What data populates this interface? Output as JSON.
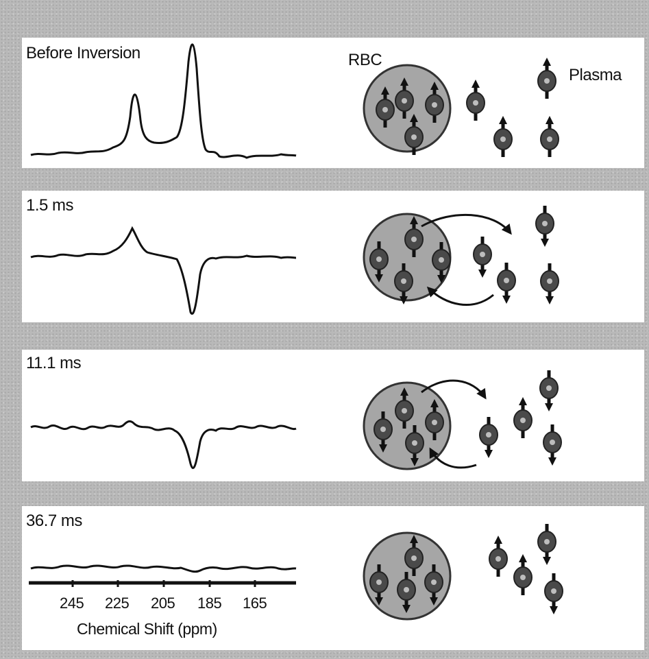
{
  "panels": [
    {
      "time_label": "Before Inversion"
    },
    {
      "time_label": "1.5 ms"
    },
    {
      "time_label": "11.1 ms"
    },
    {
      "time_label": "36.7 ms"
    }
  ],
  "labels": {
    "rbc": "RBC",
    "plasma": "Plasma"
  },
  "axis": {
    "ticks": [
      "245",
      "225",
      "205",
      "185",
      "165"
    ],
    "title": "Chemical Shift (ppm)"
  },
  "colors": {
    "background": "#b9b9b9",
    "panel": "#ffffff",
    "cell_fill": "#a6a6a6",
    "spin": "#4a4a4a",
    "line": "#111111"
  }
}
